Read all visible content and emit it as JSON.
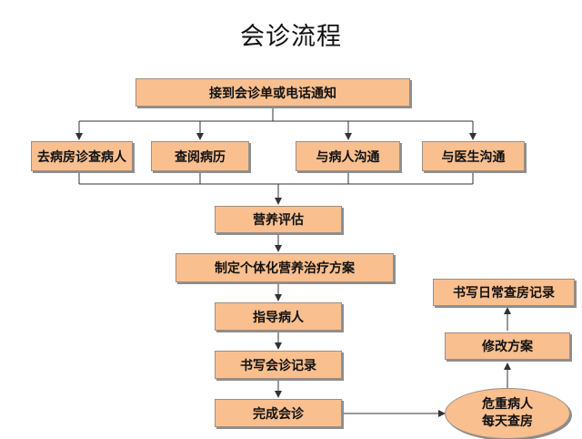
{
  "title": "会诊流程",
  "nodes": {
    "receive": "接到会诊单或电话通知",
    "visit_ward": "去病房诊查病人",
    "review_records": "查阅病历",
    "talk_patient": "与病人沟通",
    "talk_doctor": "与医生沟通",
    "nutrition_assess": "营养评估",
    "make_plan": "制定个体化营养治疗方案",
    "guide_patient": "指导病人",
    "write_record": "书写会诊记录",
    "complete": "完成会诊",
    "critical_line1": "危重病人",
    "critical_line2": "每天查房",
    "modify_plan": "修改方案",
    "daily_record": "书写日常查房记录"
  },
  "colors": {
    "box_fill": "#f9bf8f",
    "box_border": "#9a8f86",
    "line": "#333333"
  }
}
